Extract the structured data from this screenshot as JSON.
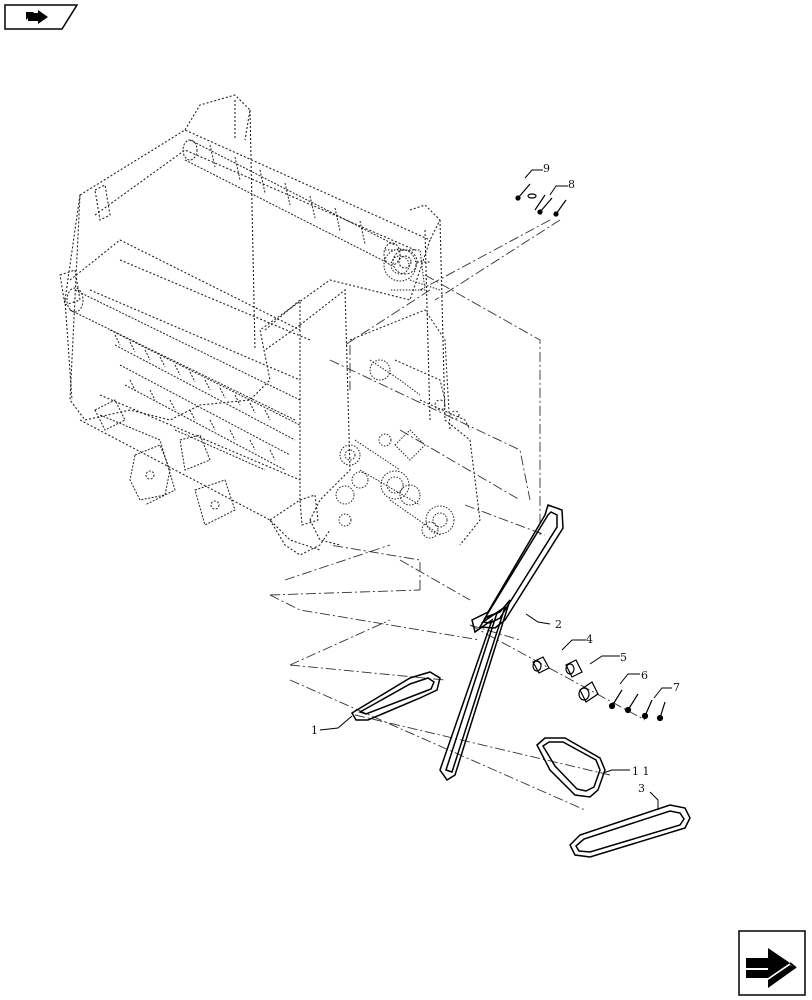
{
  "diagram": {
    "callouts": [
      {
        "id": "1",
        "label": "1"
      },
      {
        "id": "2",
        "label": "2"
      },
      {
        "id": "3",
        "label": "3"
      },
      {
        "id": "4",
        "label": "4"
      },
      {
        "id": "5",
        "label": "5"
      },
      {
        "id": "6",
        "label": "6"
      },
      {
        "id": "7",
        "label": "7"
      },
      {
        "id": "8",
        "label": "8"
      },
      {
        "id": "9",
        "label": "9"
      },
      {
        "id": "11",
        "label": "1 1"
      }
    ]
  },
  "navigation": {
    "back_icon": "back-arrow-tab-icon",
    "next_icon": "next-page-arrow-icon"
  }
}
